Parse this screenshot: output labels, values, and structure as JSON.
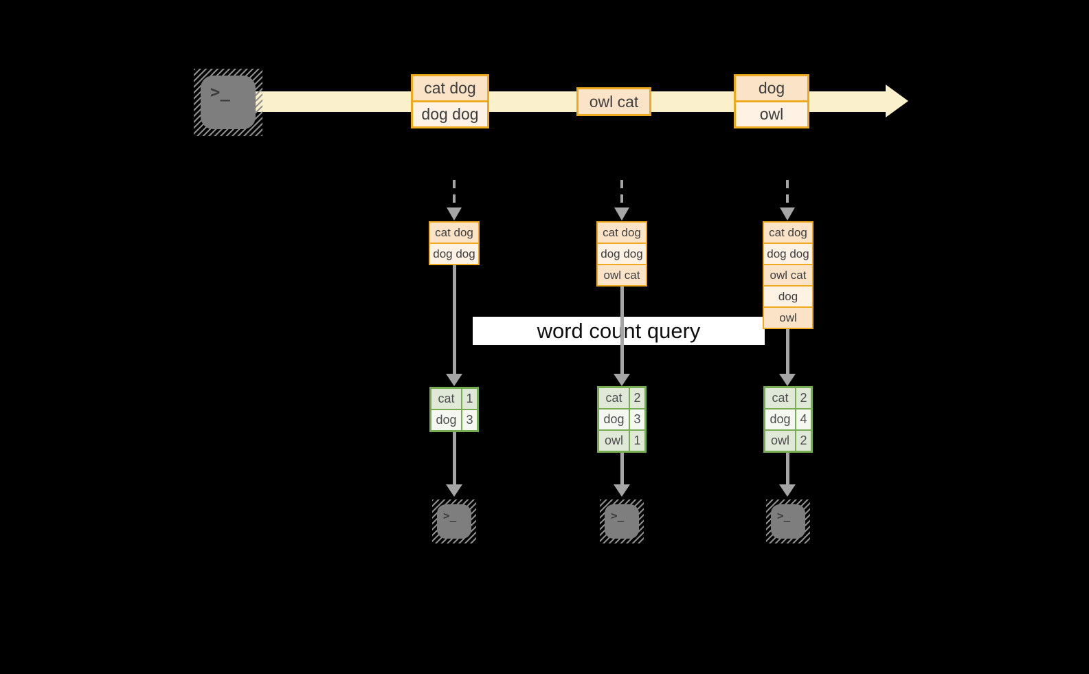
{
  "title_label": "word count query",
  "terminal_glyph": ">_",
  "colors": {
    "background": "#000000",
    "stream_band": "#FAF0CB",
    "record_border": "#EFA91C",
    "record_fill_dark": "#FBE3C7",
    "record_fill_light": "#FDF2E4",
    "table_border": "#76AC52",
    "table_row_dark": "#E0E8D7",
    "table_row_light": "#F4F8F0",
    "connector_gray": "#A5A5A5",
    "label_background": "#FFFFFF"
  },
  "stream": {
    "batches": [
      {
        "records": [
          "cat dog",
          "dog dog"
        ]
      },
      {
        "records": [
          "owl cat"
        ]
      },
      {
        "records": [
          "dog",
          "owl"
        ]
      }
    ]
  },
  "pipelines": [
    {
      "state": [
        "cat dog",
        "dog dog"
      ],
      "counts": [
        [
          "cat",
          "1"
        ],
        [
          "dog",
          "3"
        ]
      ]
    },
    {
      "state": [
        "cat dog",
        "dog dog",
        "owl cat"
      ],
      "counts": [
        [
          "cat",
          "2"
        ],
        [
          "dog",
          "3"
        ],
        [
          "owl",
          "1"
        ]
      ]
    },
    {
      "state": [
        "cat dog",
        "dog dog",
        "owl cat",
        "dog",
        "owl"
      ],
      "counts": [
        [
          "cat",
          "2"
        ],
        [
          "dog",
          "4"
        ],
        [
          "owl",
          "2"
        ]
      ]
    }
  ]
}
